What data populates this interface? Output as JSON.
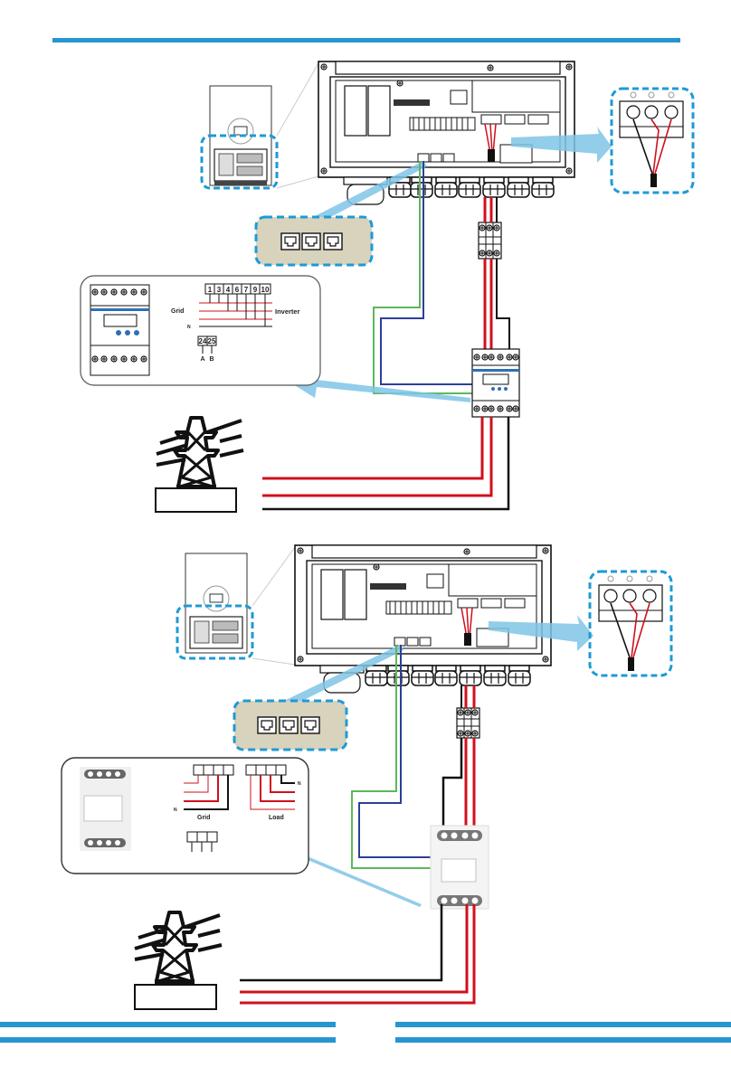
{
  "colors": {
    "accent_blue": "#2596cf",
    "dashed_blue": "#1e9ad6",
    "arrow_blue": "#7fc4e6",
    "wire_red": "#d0101d",
    "wire_black": "#1a1a1a",
    "wire_green": "#5cb85c",
    "wire_blue": "#2e3f96",
    "port_panel": "#d8d3bd"
  },
  "diagram1": {
    "meter_detail": {
      "terminals": [
        "1",
        "3",
        "4",
        "6",
        "7",
        "9",
        "10"
      ],
      "grid_label": "Grid",
      "inverter_label": "Inverter",
      "neutral_label": "N",
      "comm_terminals": [
        "24",
        "25"
      ],
      "comm_labels": [
        "A",
        "B"
      ]
    }
  },
  "diagram2": {
    "meter_detail": {
      "neutral_label_left": "N",
      "grid_label": "Grid",
      "load_label": "Load",
      "neutral_label_right": "N"
    }
  }
}
